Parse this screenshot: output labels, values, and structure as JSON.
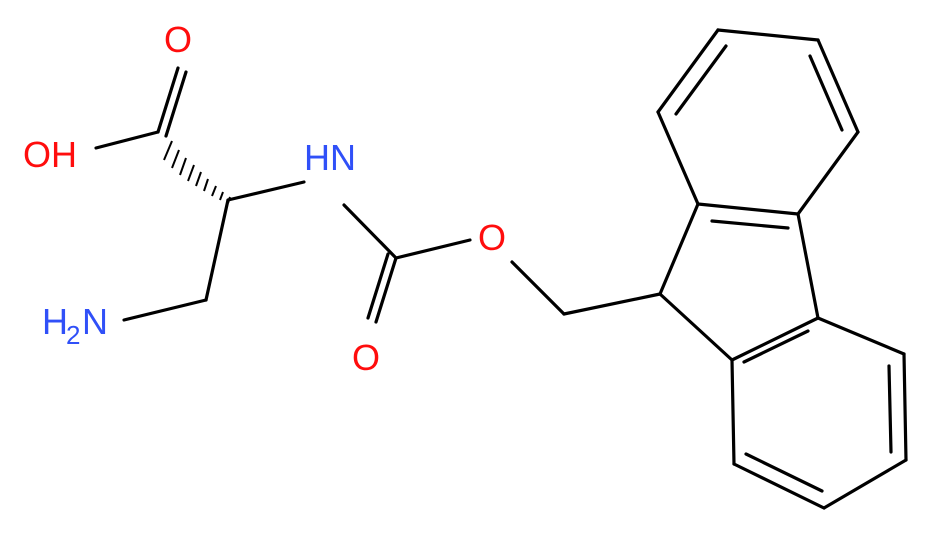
{
  "molecule": {
    "colors": {
      "carbon_bond": "#000000",
      "oxygen": "#ff0d0d",
      "nitrogen": "#3050f8"
    },
    "labels": {
      "carbonyl_oxygen_acid": "O",
      "hydroxyl": "OH",
      "amide_nitrogen": "HN",
      "ester_oxygen": "O",
      "carbonyl_oxygen_carbamate": "O",
      "amine_h": "H",
      "amine_h_subscript": "2",
      "amine_n": "N"
    }
  }
}
